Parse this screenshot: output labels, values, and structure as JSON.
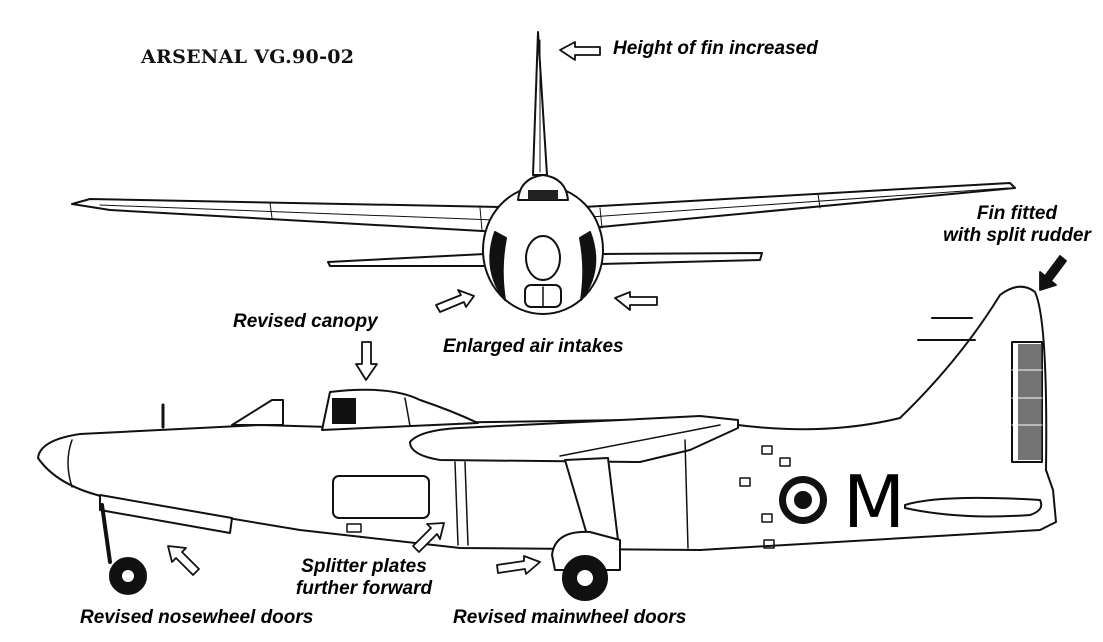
{
  "title": "ARSENAL VG.90-02",
  "aircraft_code": "M",
  "annotations": {
    "fin_height": "Height of fin increased",
    "fin_rudder_1": "Fin fitted",
    "fin_rudder_2": "with split rudder",
    "canopy": "Revised canopy",
    "intakes": "Enlarged air intakes",
    "splitter_1": "Splitter plates",
    "splitter_2": "further forward",
    "nosewheel": "Revised nosewheel doors",
    "mainwheel": "Revised mainwheel doors"
  }
}
